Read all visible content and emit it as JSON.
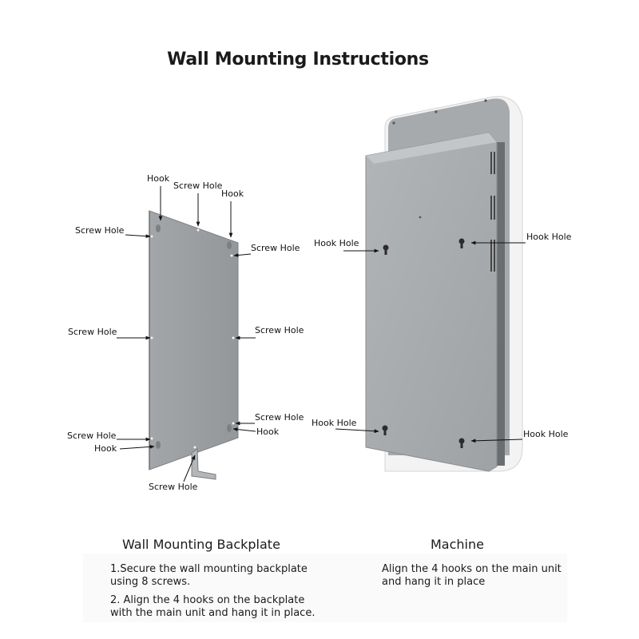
{
  "title": "Wall Mounting Instructions",
  "backplate": {
    "heading": "Wall Mounting Backplate",
    "steps": [
      "1.Secure the wall mounting backplate using 8 screws.",
      "2. Align the 4 hooks on the backplate with the main unit and hang it in place."
    ],
    "labels": {
      "hook_top_left": "Hook",
      "screw_top_center": "Screw Hole",
      "hook_top_right": "Hook",
      "screw_top_left": "Screw Hole",
      "screw_top_right": "Screw Hole",
      "screw_mid_left": "Screw Hole",
      "screw_mid_right": "Screw Hole",
      "screw_bottom_right": "Screw Hole",
      "hook_bottom_right": "Hook",
      "screw_bottom_left": "Screw Hole",
      "hook_bottom_left": "Hook",
      "screw_bracket": "Screw Hole"
    }
  },
  "machine": {
    "heading": "Machine",
    "steps": [
      "Align the 4 hooks on the main unit and hang it in place"
    ],
    "labels": {
      "hook_hole_top_left": "Hook Hole",
      "hook_hole_top_right": "Hook Hole",
      "hook_hole_bottom_left": "Hook Hole",
      "hook_hole_bottom_right": "Hook Hole"
    }
  },
  "colors": {
    "plate": "#9ea1a4",
    "plate_edge": "#7f8285",
    "machine_panel": "#a9acaf",
    "machine_frame": "#f2f2f2",
    "text": "#1a1a1a"
  }
}
